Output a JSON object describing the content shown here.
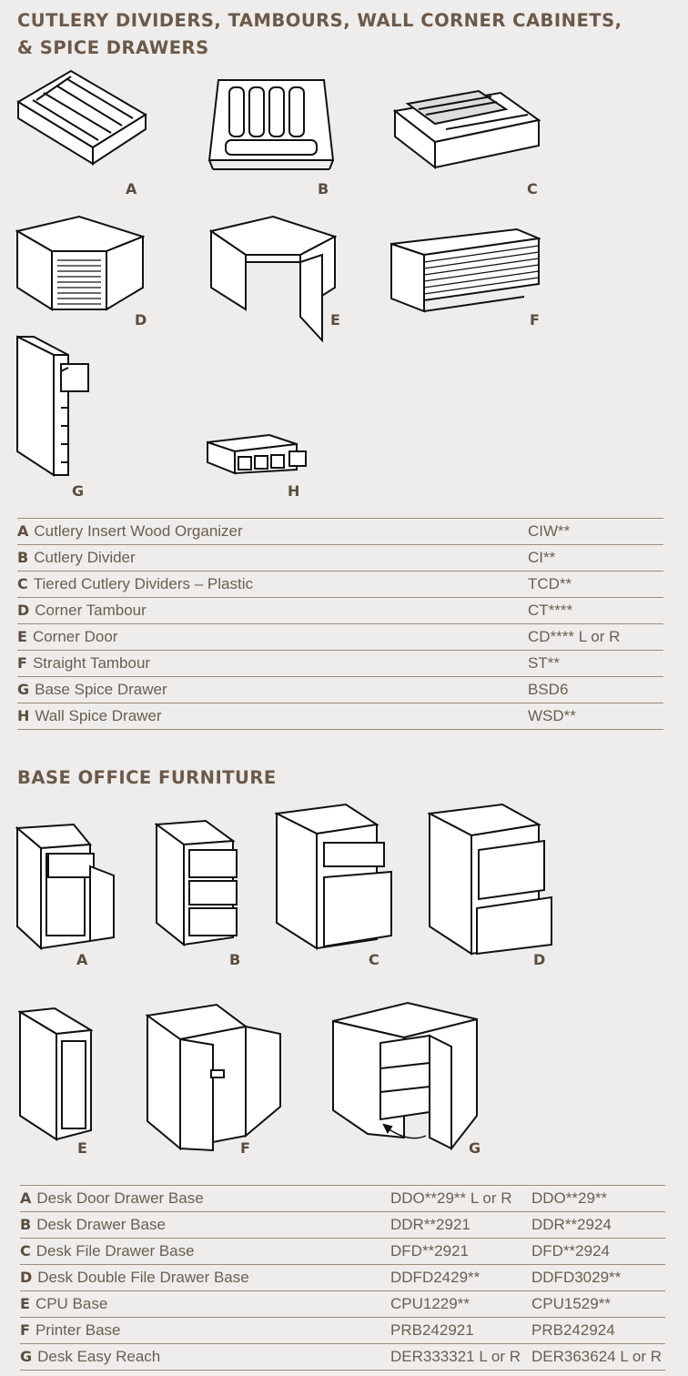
{
  "section1": {
    "title_line1": "CUTLERY DIVIDERS, TAMBOURS, WALL CORNER CABINETS,",
    "title_line2": "& SPICE DRAWERS",
    "figures": [
      "A",
      "B",
      "C",
      "D",
      "E",
      "F",
      "G",
      "H"
    ],
    "rows": [
      {
        "letter": "A",
        "name": "Cutlery Insert Wood Organizer",
        "code": "CIW**"
      },
      {
        "letter": "B",
        "name": "Cutlery Divider",
        "code": "CI**"
      },
      {
        "letter": "C",
        "name": "Tiered Cutlery Dividers – Plastic",
        "code": "TCD**"
      },
      {
        "letter": "D",
        "name": "Corner Tambour",
        "code": "CT****"
      },
      {
        "letter": "E",
        "name": "Corner Door",
        "code": "CD**** L or R"
      },
      {
        "letter": "F",
        "name": "Straight Tambour",
        "code": "ST**"
      },
      {
        "letter": "G",
        "name": "Base Spice Drawer",
        "code": "BSD6"
      },
      {
        "letter": "H",
        "name": "Wall Spice Drawer",
        "code": "WSD**"
      }
    ]
  },
  "section2": {
    "title": "BASE OFFICE FURNITURE",
    "figures": [
      "A",
      "B",
      "C",
      "D",
      "E",
      "F",
      "G"
    ],
    "rows": [
      {
        "letter": "A",
        "name": "Desk Door Drawer Base",
        "code1": "DDO**29** L or R",
        "code2": "DDO**29**"
      },
      {
        "letter": "B",
        "name": "Desk Drawer Base",
        "code1": "DDR**2921",
        "code2": "DDR**2924"
      },
      {
        "letter": "C",
        "name": "Desk File Drawer Base",
        "code1": "DFD**2921",
        "code2": "DFD**2924"
      },
      {
        "letter": "D",
        "name": "Desk Double File Drawer Base",
        "code1": "DDFD2429**",
        "code2": "DDFD3029**"
      },
      {
        "letter": "E",
        "name": "CPU Base",
        "code1": "CPU1229**",
        "code2": "CPU1529**"
      },
      {
        "letter": "F",
        "name": "Printer Base",
        "code1": "PRB242921",
        "code2": "PRB242924"
      },
      {
        "letter": "G",
        "name": "Desk Easy Reach",
        "code1": "DER333321 L or R",
        "code2": "DER363624 L or R"
      }
    ]
  }
}
